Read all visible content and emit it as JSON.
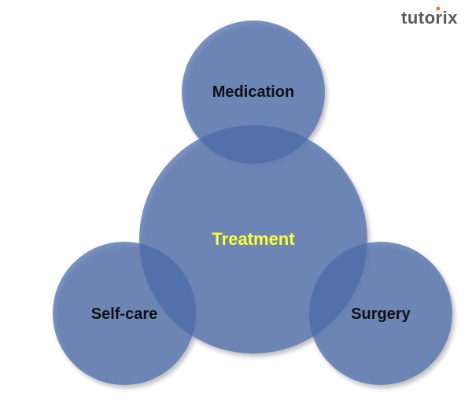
{
  "brand": {
    "text": "tutorix",
    "text_color": "#5a5a5a",
    "dot_color": "#e8734a"
  },
  "diagram": {
    "circle_color": "#4a6aa8",
    "center": {
      "label": "Treatment",
      "label_color": "#ffff33"
    },
    "nodes": [
      {
        "label": "Medication"
      },
      {
        "label": "Self-care"
      },
      {
        "label": "Surgery"
      }
    ]
  }
}
